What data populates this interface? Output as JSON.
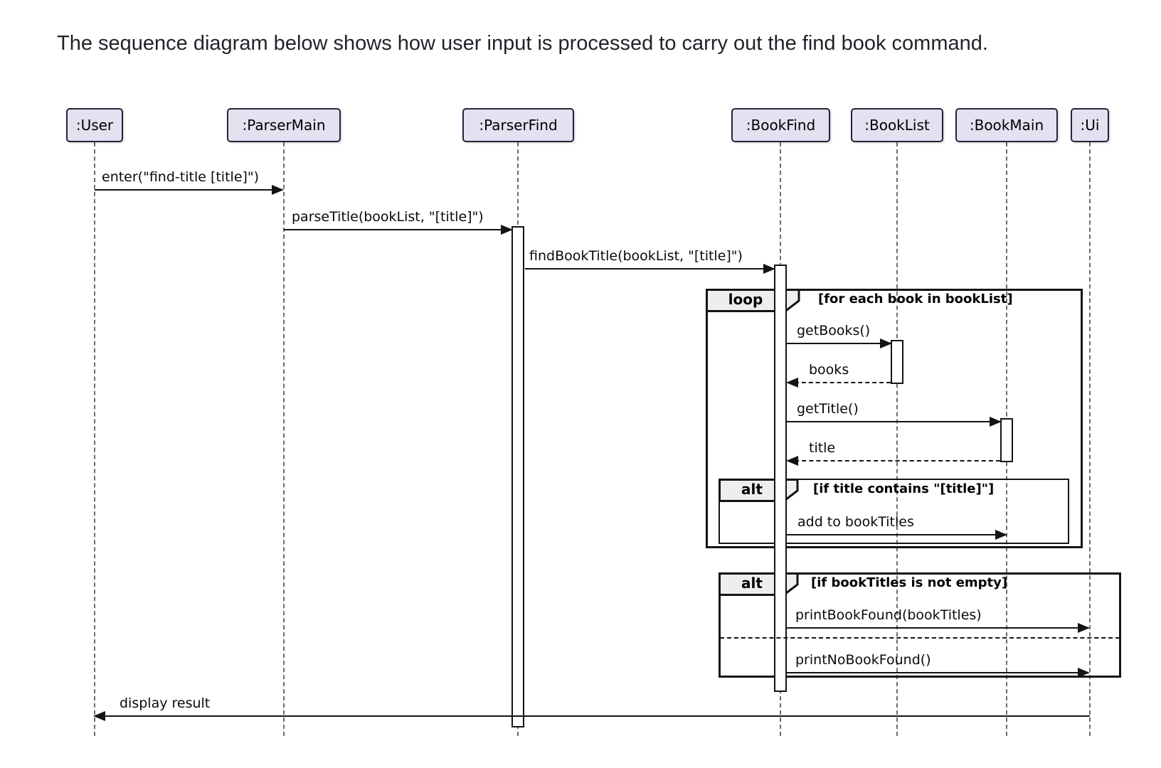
{
  "intro": {
    "text": "The sequence diagram below shows how user input is processed to carry out the find book command."
  },
  "participants": [
    {
      "name": ":User"
    },
    {
      "name": ":ParserMain"
    },
    {
      "name": ":ParserFind"
    },
    {
      "name": ":BookFind"
    },
    {
      "name": ":BookList"
    },
    {
      "name": ":BookMain"
    },
    {
      "name": ":Ui"
    }
  ],
  "fragments": {
    "loop": {
      "operator": "loop",
      "guard": "[for each book in bookList]"
    },
    "alt_title": {
      "operator": "alt",
      "guard": "[if title contains \"[title]\"]"
    },
    "alt_result": {
      "operator": "alt",
      "guard": "[if bookTitles is not empty]"
    }
  },
  "messages": {
    "enter": "enter(\"find-title [title]\")",
    "parse_title": "parseTitle(bookList, \"[title]\")",
    "find_book_title": "findBookTitle(bookList, \"[title]\")",
    "get_books": "getBooks()",
    "books_return": "books",
    "get_title": "getTitle()",
    "title_return": "title",
    "add_to_book_titles": "add to bookTitles",
    "print_book_found": "printBookFound(bookTitles)",
    "print_no_book_found": "printNoBookFound()",
    "display_result": "display result"
  },
  "colors": {
    "participant_fill": "#E2E2F0",
    "participant_border": "#23233C",
    "fragment_label_fill": "#EEEEEE",
    "line": "#141414"
  }
}
